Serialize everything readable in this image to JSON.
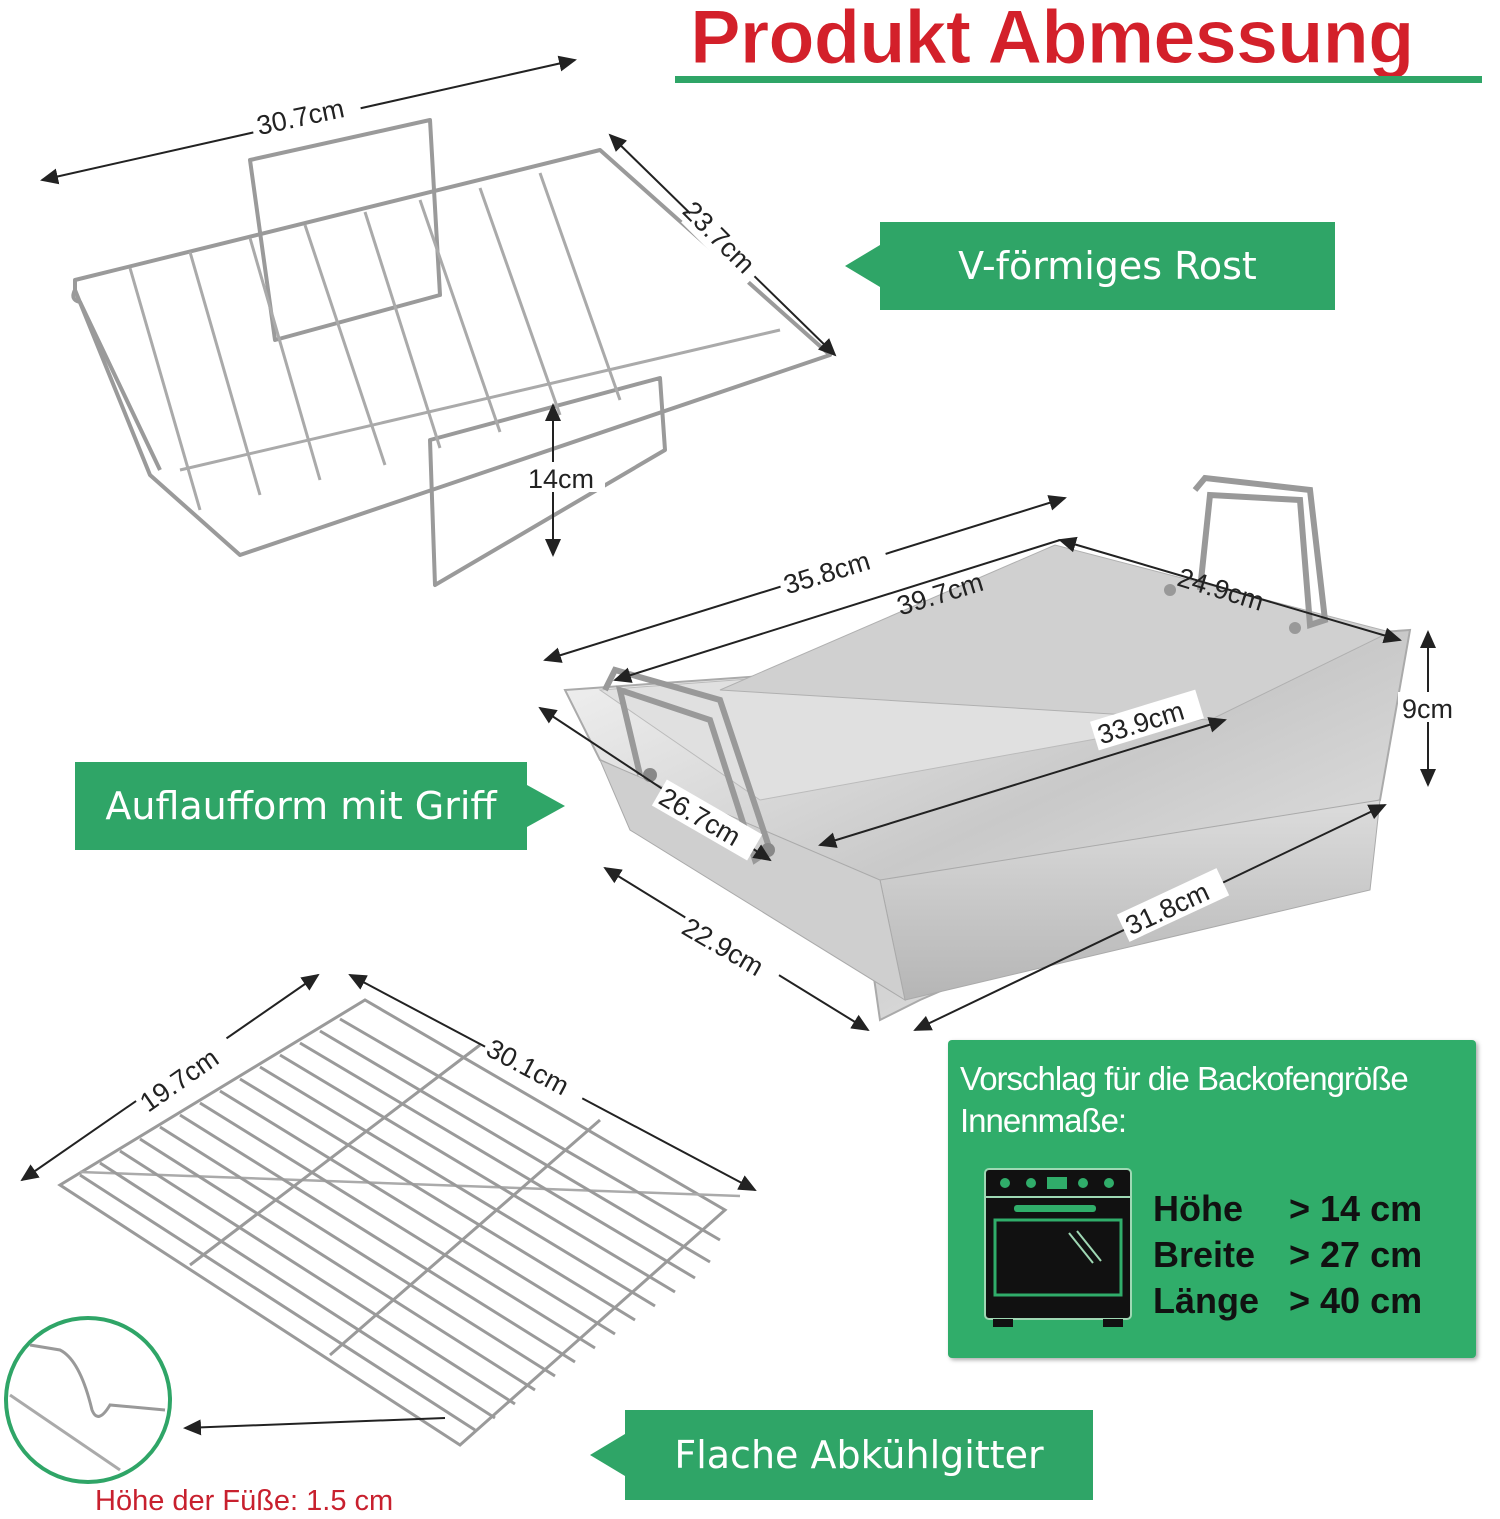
{
  "title": "Produkt Abmessung",
  "labels": {
    "rack": "V-förmiges Rost",
    "pan": "Auflaufform mit Griff",
    "cooling": "Flache Abkühlgitter"
  },
  "dimensions": {
    "rack_length": "30.7cm",
    "rack_width": "23.7cm",
    "rack_height": "14cm",
    "pan_outer_length": "35.8cm",
    "pan_inner_top_length": "39.7cm",
    "pan_top_width": "24.9cm",
    "pan_height": "9cm",
    "pan_bottom_inner_length": "33.9cm",
    "pan_handle_width": "26.7cm",
    "pan_base_width": "22.9cm",
    "pan_base_length": "31.8cm",
    "grid_width": "19.7cm",
    "grid_length": "30.1cm"
  },
  "oven": {
    "title_line1": "Vorschlag für die Backofengröße",
    "title_line2": "Innenmaße:",
    "specs": [
      {
        "name": "Höhe",
        "value": "> 14 cm"
      },
      {
        "name": "Breite",
        "value": "> 27 cm"
      },
      {
        "name": "Länge",
        "value": "> 40 cm"
      }
    ]
  },
  "feet_note": "Höhe der Füße: 1.5 cm",
  "colors": {
    "accent_green": "#2fa567",
    "title_red": "#d3202a"
  }
}
